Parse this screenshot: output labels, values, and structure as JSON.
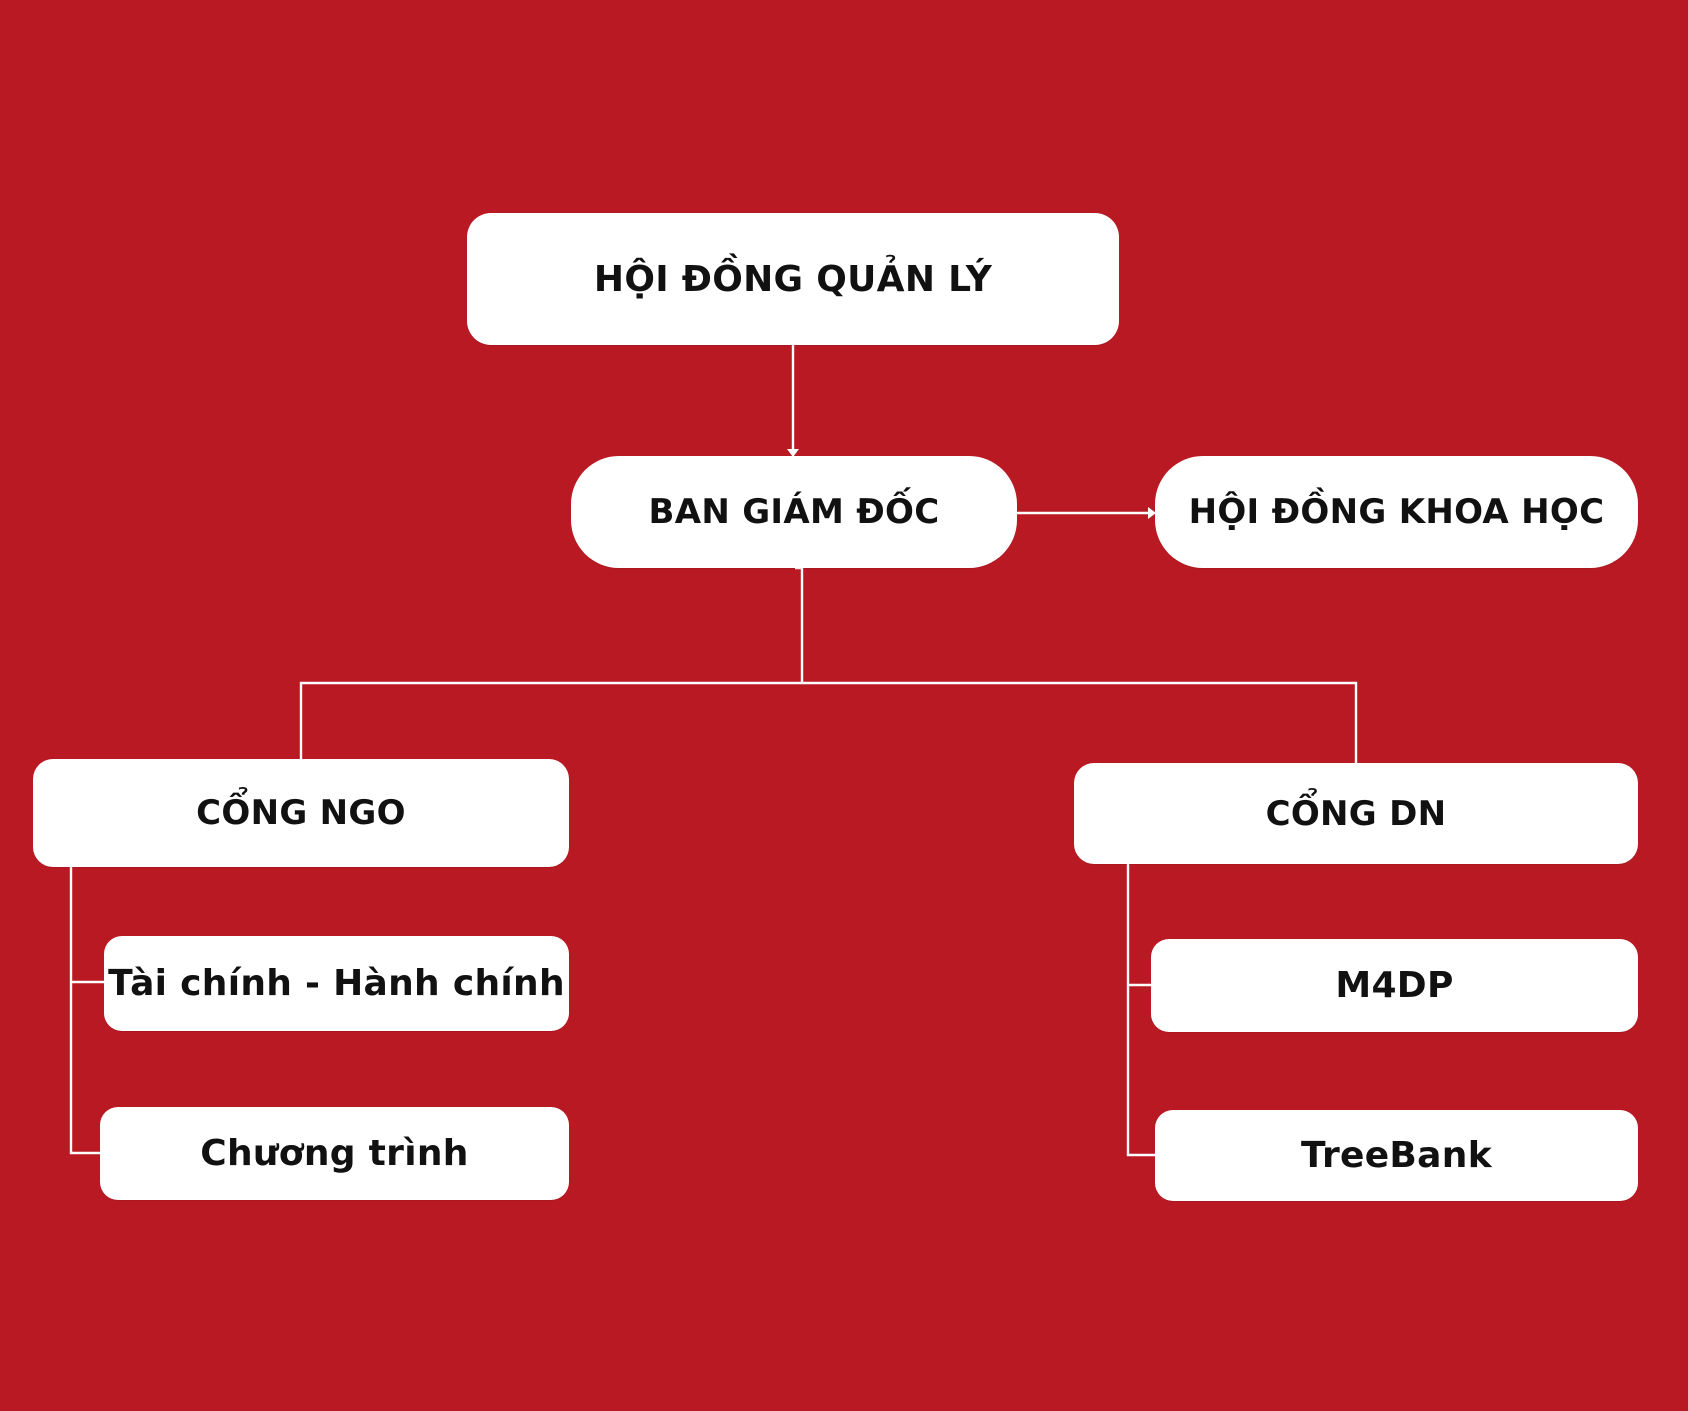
{
  "diagram": {
    "background_color": "#b91923",
    "node_color": "#ffffff",
    "text_color": "#111111",
    "line_color": "#ffffff",
    "nodes": {
      "hoi_dong_quan_ly": "HỘI ĐỒNG QUẢN LÝ",
      "ban_giam_doc": "BAN GIÁM ĐỐC",
      "hoi_dong_khoa_hoc": "HỘI ĐỒNG KHOA HỌC",
      "cong_ngo": "CỔNG NGO",
      "cong_dn": "CỔNG DN",
      "tai_chinh_hanh_chinh": "Tài chính - Hành chính",
      "chuong_trinh": "Chương trình",
      "m4dp": "M4DP",
      "treebank": "TreeBank"
    },
    "edges": [
      {
        "from": "HỘI ĐỒNG QUẢN LÝ",
        "to": "BAN GIÁM ĐỐC"
      },
      {
        "from": "BAN GIÁM ĐỐC",
        "to": "HỘI ĐỒNG KHOA HỌC"
      },
      {
        "from": "BAN GIÁM ĐỐC",
        "to": "CỔNG NGO"
      },
      {
        "from": "BAN GIÁM ĐỐC",
        "to": "CỔNG DN"
      },
      {
        "from": "CỔNG NGO",
        "to": "Tài chính - Hành chính"
      },
      {
        "from": "CỔNG NGO",
        "to": "Chương trình"
      },
      {
        "from": "CỔNG DN",
        "to": "M4DP"
      },
      {
        "from": "CỔNG DN",
        "to": "TreeBank"
      }
    ]
  }
}
